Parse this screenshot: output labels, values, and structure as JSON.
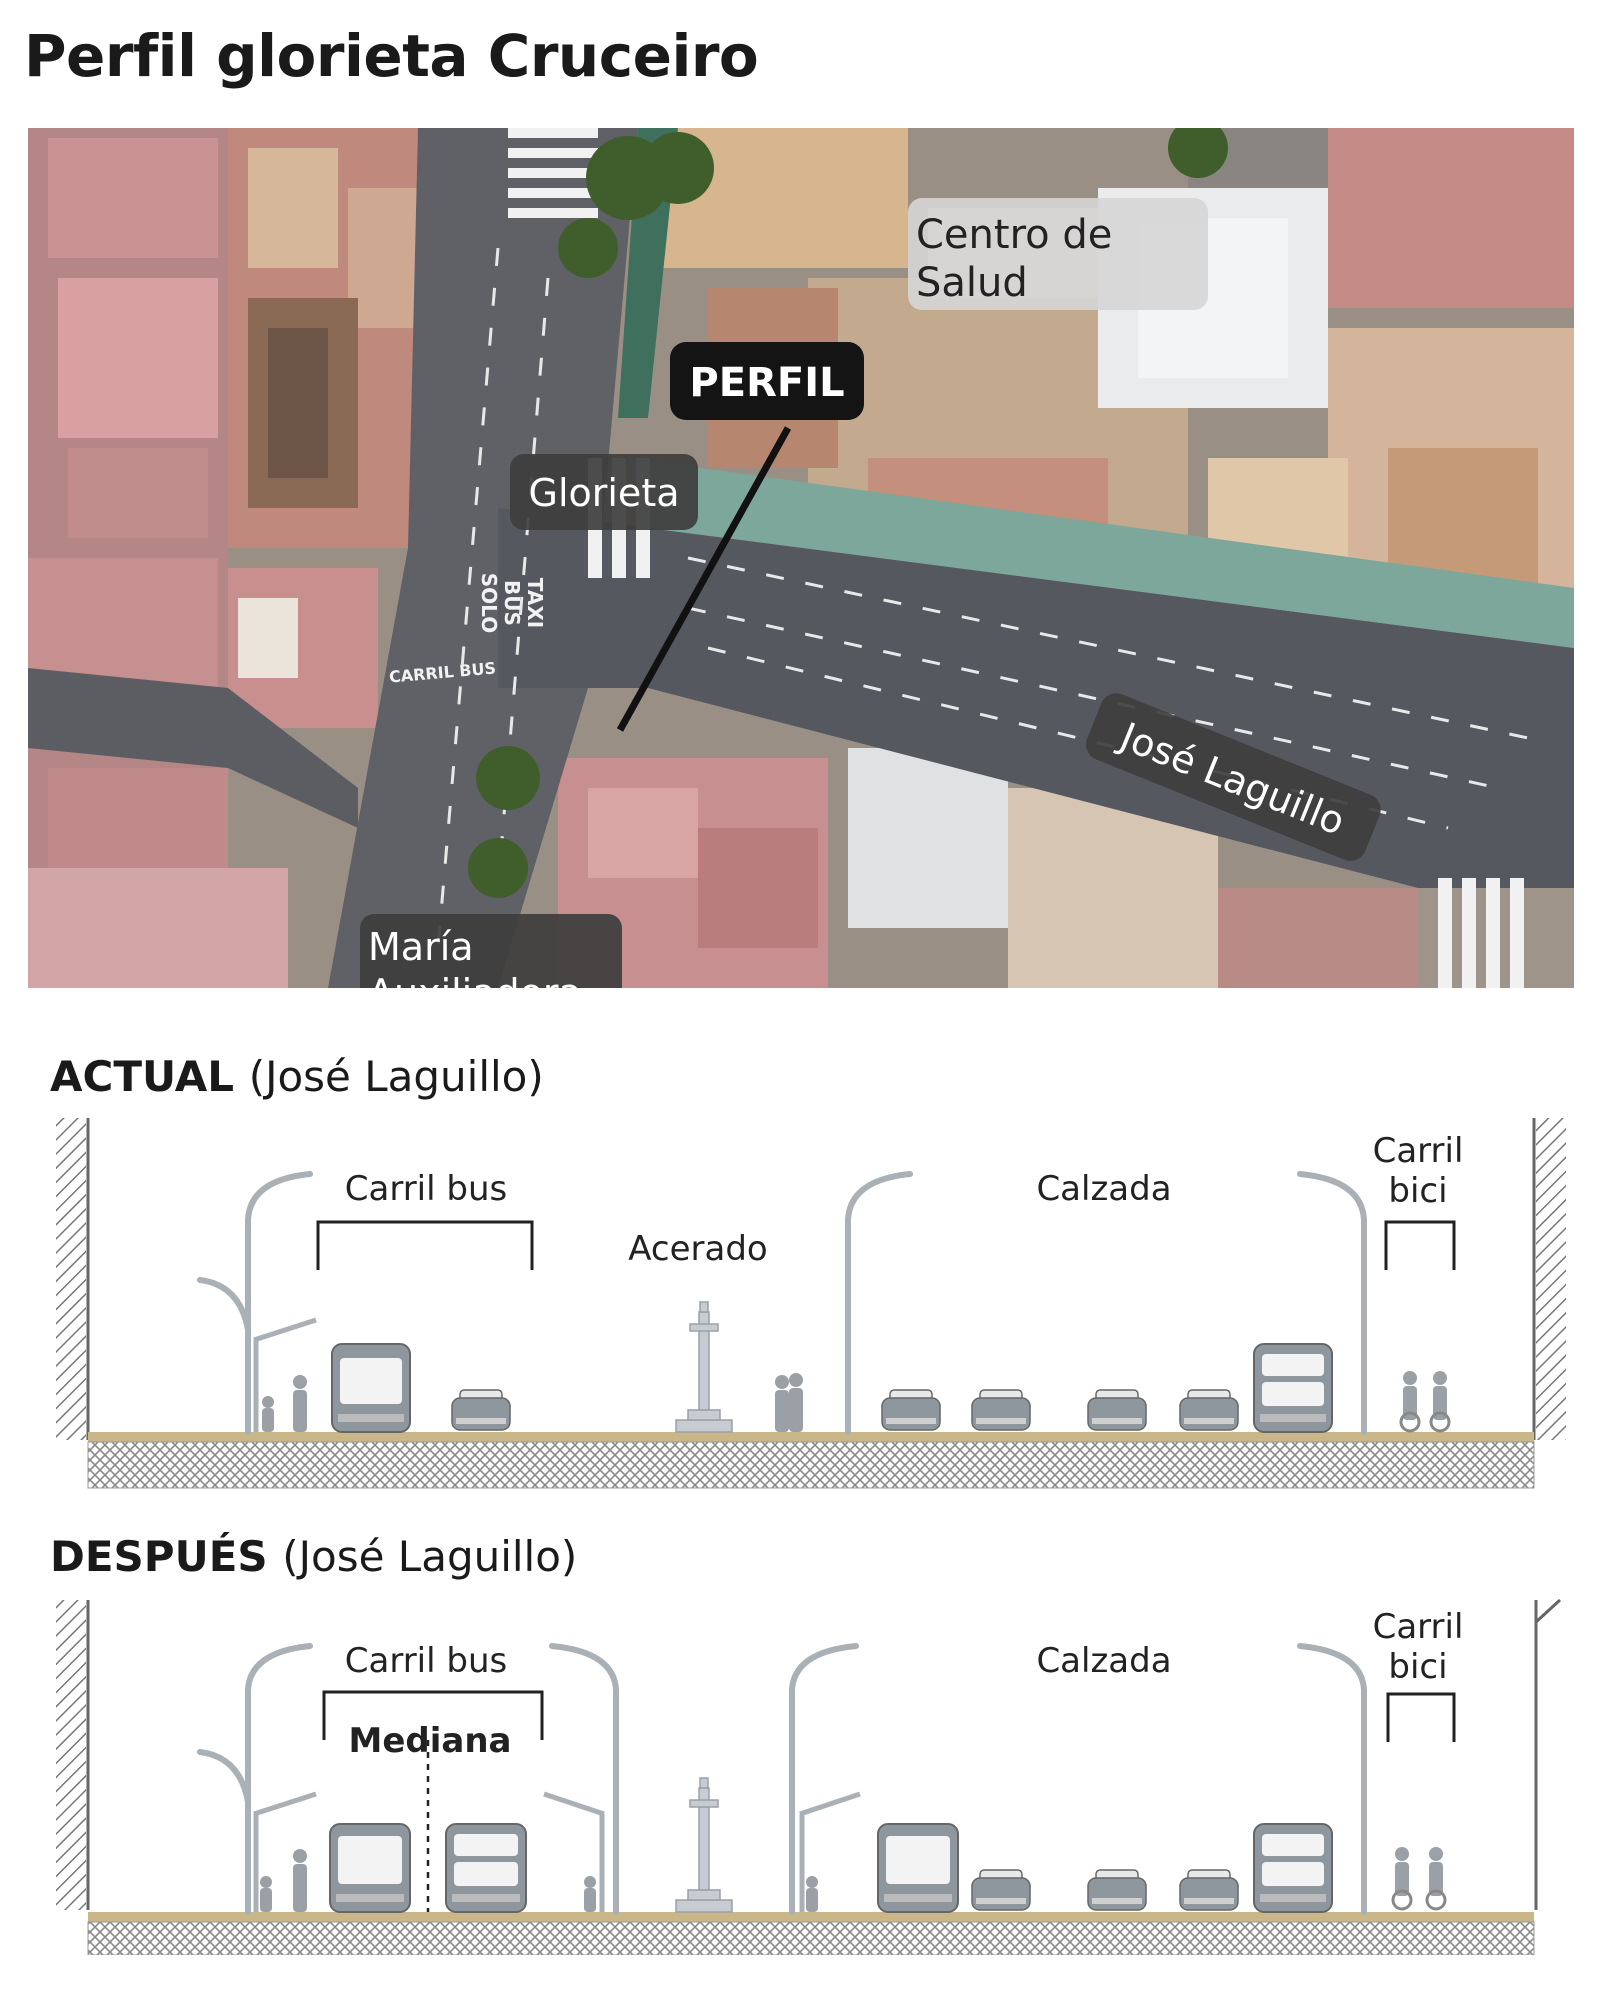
{
  "title": "Perfil glorieta Cruceiro",
  "map": {
    "labels": {
      "centro_de_salud": [
        "Centro de",
        "Salud"
      ],
      "perfil": "PERFIL",
      "glorieta": "Glorieta",
      "jose_laguillo": "José Laguillo",
      "maria_auxiliadora": [
        "María",
        "Auxiliadora"
      ]
    },
    "road_markings": {
      "taxi_bus_solo": [
        "TAXI",
        "BUS",
        "SOLO"
      ],
      "carril_bus": "CARRIL BUS"
    }
  },
  "actual": {
    "heading": "ACTUAL",
    "heading_paren": "(José Laguillo)",
    "labels": {
      "carril_bus": "Carril bus",
      "acerado": "Acerado",
      "calzada": "Calzada",
      "carril_bici": [
        "Carril",
        "bici"
      ]
    }
  },
  "despues": {
    "heading": "DESPUÉS",
    "heading_paren": "(José Laguillo)",
    "labels": {
      "carril_bus": "Carril bus",
      "mediana": "Mediana",
      "calzada": "Calzada",
      "carril_bici": [
        "Carril",
        "bici"
      ]
    }
  },
  "colors": {
    "lamp": "#a9b0b6",
    "vehicle": "#8f979e",
    "pavement": "#c9b78a",
    "ground_hatch": "#7a7a7a",
    "map_roof": "#c98d8d",
    "map_road": "#5f6166",
    "label_box": "#3e3e3e",
    "perfil_box": "#141414"
  }
}
